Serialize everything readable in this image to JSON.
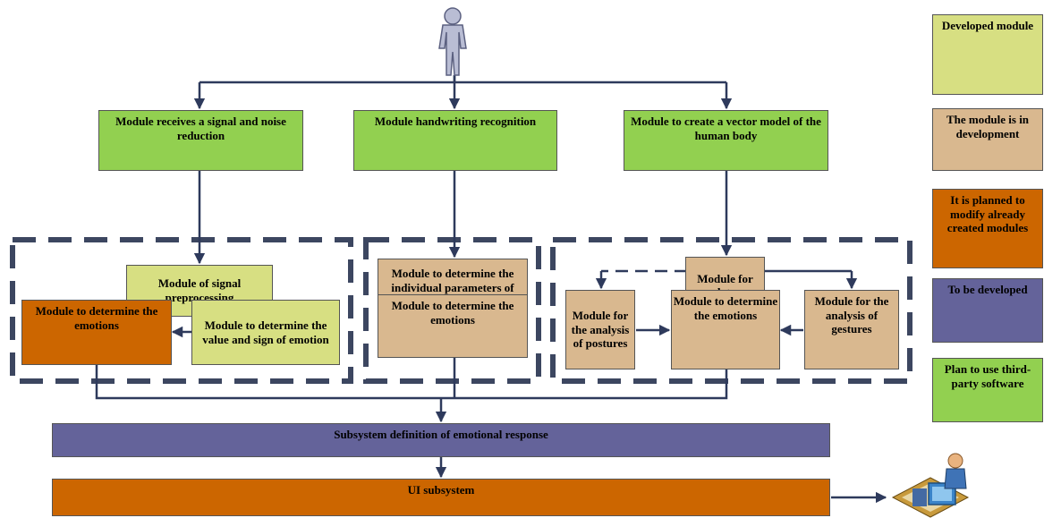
{
  "colors": {
    "developed": "#d7df82",
    "in_development": "#d9b88f",
    "planned_modify": "#cc6600",
    "to_be_developed": "#64639a",
    "third_party": "#92d050"
  },
  "icons": {
    "user": "person-figure-icon",
    "operator": "computer-operator-icon"
  },
  "modules": {
    "signal": "Module receives a signal and noise reduction",
    "handwriting": "Module handwriting recognition",
    "vector": "Module to create a vector model of the human body",
    "preprocessing": "Module of signal preprocessing",
    "value_sign": "Module to determine the value and sign of emotion",
    "emotions_left": "Module to determine the emotions",
    "hw_params": "Module to determine the individual parameters of handwriting",
    "emotions_mid": "Module to determine the emotions",
    "data_prep": "Module for data preparation",
    "postures": "Module for the analysis of postures",
    "emotions_right": "Module to determine the emotions",
    "gestures": "Module for the analysis of gestures",
    "subsystem": "Subsystem definition of emotional response",
    "ui": "UI subsystem"
  },
  "legend": {
    "developed": "Developed module",
    "in_development": "The module is in development",
    "planned_modify": "It is planned to modify already created modules",
    "to_be_developed": "To be developed",
    "third_party": "Plan to use third-party software"
  }
}
